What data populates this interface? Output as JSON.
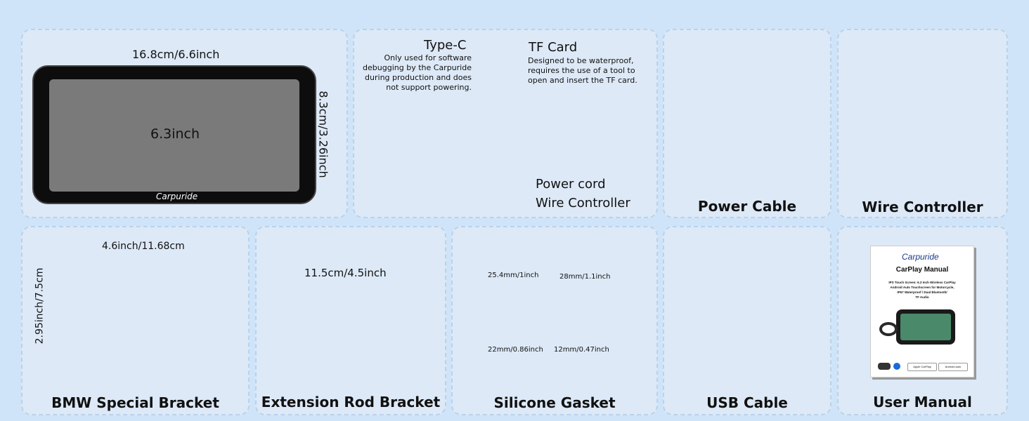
{
  "screen": {
    "width_label": "16.8cm/6.6inch",
    "height_label": "8.3cm/3.26inch",
    "diagonal_label": "6.3inch",
    "brand": "Carpuride"
  },
  "ports": {
    "typec_title": "Type-C",
    "typec_note": [
      "Only used for software",
      "debugging by the Carpuride",
      "during production and does",
      "not support powering."
    ],
    "tf_title": "TF Card",
    "tf_note": [
      "Designed to be waterproof,",
      "requires the use of a tool to",
      "open and insert the TF card."
    ],
    "power_cord": "Power cord",
    "wire_controller": "Wire Controller"
  },
  "items": {
    "power_cable": "Power Cable",
    "wire_controller": "Wire Controller",
    "bmw_bracket": "BMW Special Bracket",
    "extension_rod": "Extension Rod Bracket",
    "silicone_gasket": "Silicone Gasket",
    "usb_cable": "USB Cable",
    "user_manual": "User Manual"
  },
  "bmw": {
    "width_label": "4.6inch/11.68cm",
    "height_label": "2.95inch/7.5cm"
  },
  "extension": {
    "length_label": "11.5cm/4.5inch"
  },
  "gaskets": [
    "25.4mm/1inch",
    "28mm/1.1inch",
    "22mm/0.86inch",
    "12mm/0.47inch"
  ],
  "manual": {
    "brand": "Carpuride",
    "title": "CarPlay Manual",
    "subtitle": [
      "IPS Touch Screen: 6.3 Inch Wireless CarPlay",
      "Android Auto Touchscreen for Motorcycle,",
      "IP67 Waterproof / Dual Bluetooth/",
      "TF Audio"
    ],
    "badges": [
      "Apple CarPlay",
      "Android auto"
    ]
  },
  "colors": {
    "background": "#cfe4f8",
    "card": "#dde9f7",
    "device": "#1a1a1a",
    "connector_red": "#d62020",
    "connector_yellow": "#e0a020"
  }
}
